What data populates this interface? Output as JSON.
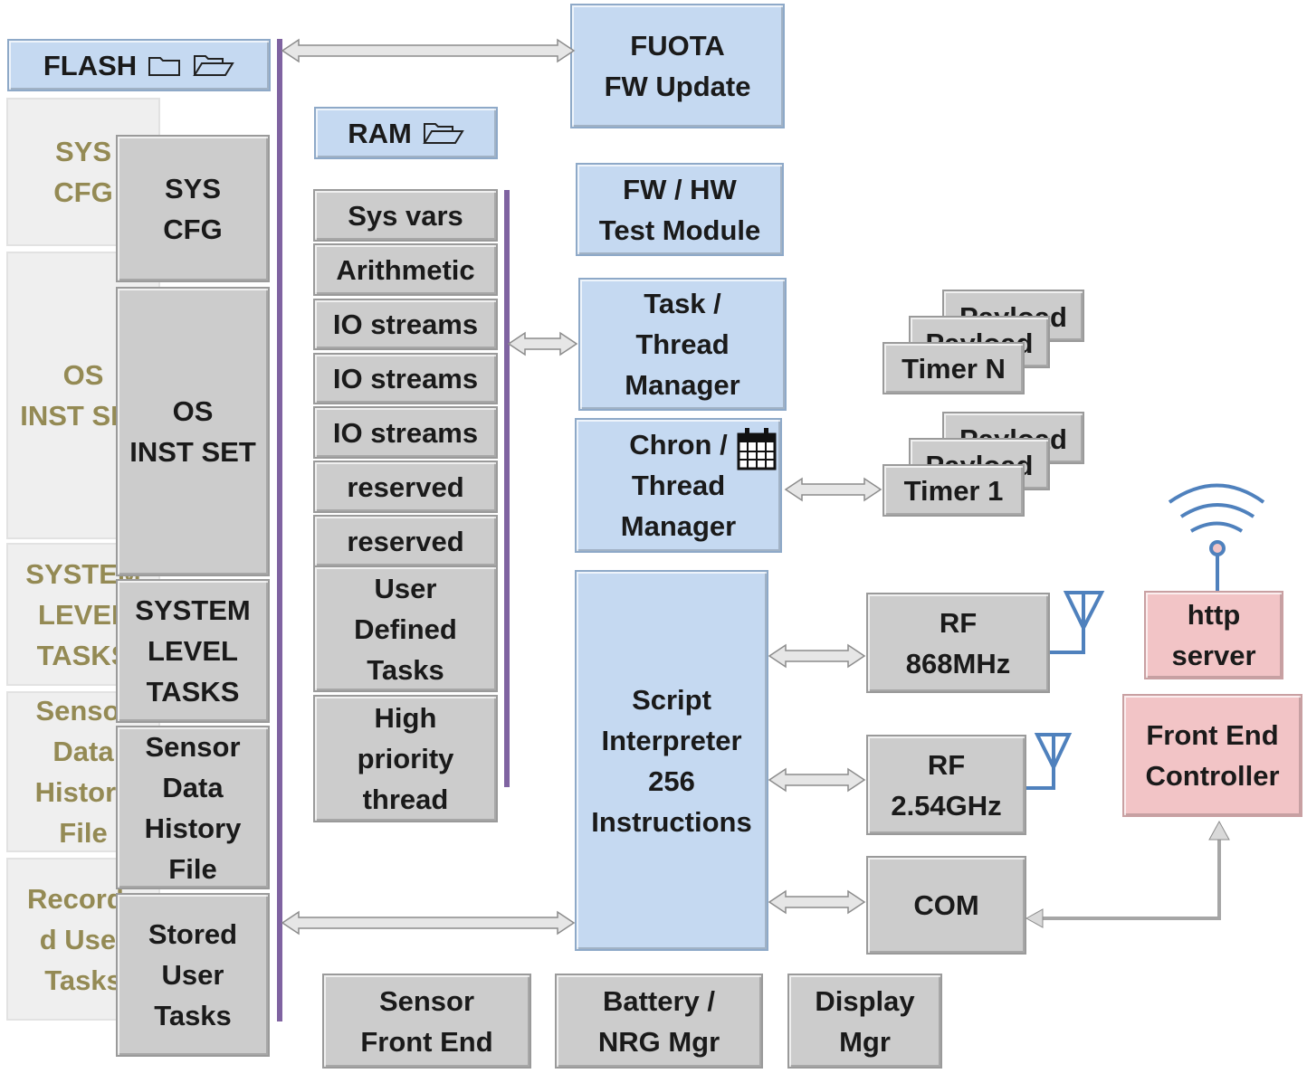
{
  "flash": {
    "label": "FLASH",
    "icons": [
      "folder-closed-icon",
      "folder-open-icon"
    ]
  },
  "ram": {
    "label": "RAM",
    "icon": "folder-open-icon"
  },
  "flash_ghost": [
    "SYS\nCFG",
    "OS\nINST SET",
    "SYSTEM\nLEVEL\nTASKS",
    "Sensor\nData\nHistory\nFile",
    "Recorde\nd User\nTasks"
  ],
  "flash_blocks": [
    "SYS\nCFG",
    "OS\nINST SET",
    "SYSTEM\nLEVEL\nTASKS",
    "Sensor\nData\nHistory\nFile",
    "Stored\nUser\nTasks"
  ],
  "ram_blocks": [
    "Sys vars",
    "Arithmetic",
    "IO streams",
    "IO streams",
    "IO streams",
    "reserved",
    "reserved",
    "User\nDefined\nTasks",
    "High\npriority\nthread"
  ],
  "modules": {
    "fuota": "FUOTA\nFW Update",
    "test": "FW / HW\nTest Module",
    "task_mgr": "Task /\nThread\nManager",
    "chron_mgr": "Chron /\nThread\nManager",
    "chron_icon": "calendar-icon",
    "script": "Script\nInterpreter\n256\nInstructions"
  },
  "timers": {
    "n": {
      "payloads": [
        "Payload",
        "Payload"
      ],
      "label": "Timer N"
    },
    "one": {
      "payloads": [
        "Payload",
        "Payload"
      ],
      "label": "Timer 1"
    }
  },
  "io": {
    "rf868": "RF\n868MHz",
    "rf254": "RF\n2.54GHz",
    "com": "COM"
  },
  "frontend": {
    "http": "http\nserver",
    "controller": "Front End\nController"
  },
  "bottom": [
    "Sensor\nFront End",
    "Battery /\nNRG Mgr",
    "Display\nMgr"
  ],
  "colors": {
    "block": "#cccccc",
    "module": "#c5d9f1",
    "frontend": "#f2c4c6",
    "ghost_text": "#948a54",
    "bus": "#7f63a1",
    "antenna": "#4f81bd"
  }
}
